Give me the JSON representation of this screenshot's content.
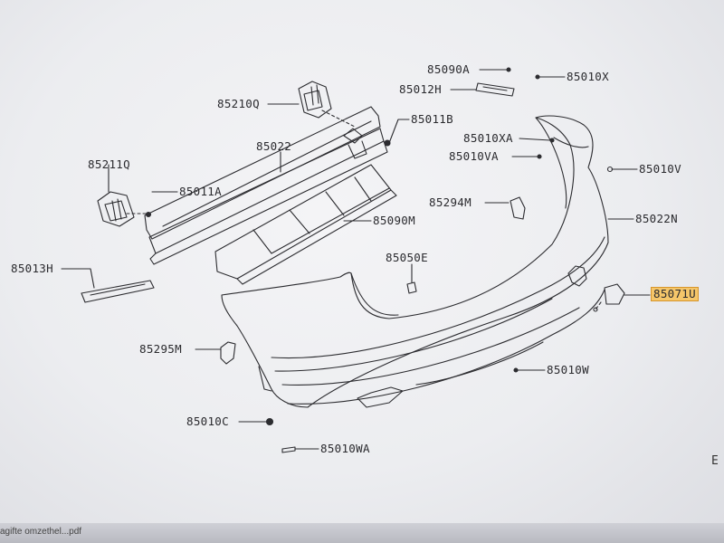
{
  "callouts": {
    "p85090A": "85090A",
    "p85010X": "85010X",
    "p85012H": "85012H",
    "p85210Q": "85210Q",
    "p85011B": "85011B",
    "p85022": "85022",
    "p85010XA": "85010XA",
    "p85010VA": "85010VA",
    "p85010V": "85010V",
    "p85211Q": "85211Q",
    "p85011A": "85011A",
    "p85294M": "85294M",
    "p85022N": "85022N",
    "p85090M": "85090M",
    "p85050E": "85050E",
    "p85013H": "85013H",
    "p85071U": "85071U",
    "p85295M": "85295M",
    "p85010W": "85010W",
    "p85010C": "85010C",
    "p85010WA": "85010WA"
  },
  "highlight_color": "#f5c66a",
  "edge_letter": "E",
  "file_tab": "agifte omzethel...pdf"
}
